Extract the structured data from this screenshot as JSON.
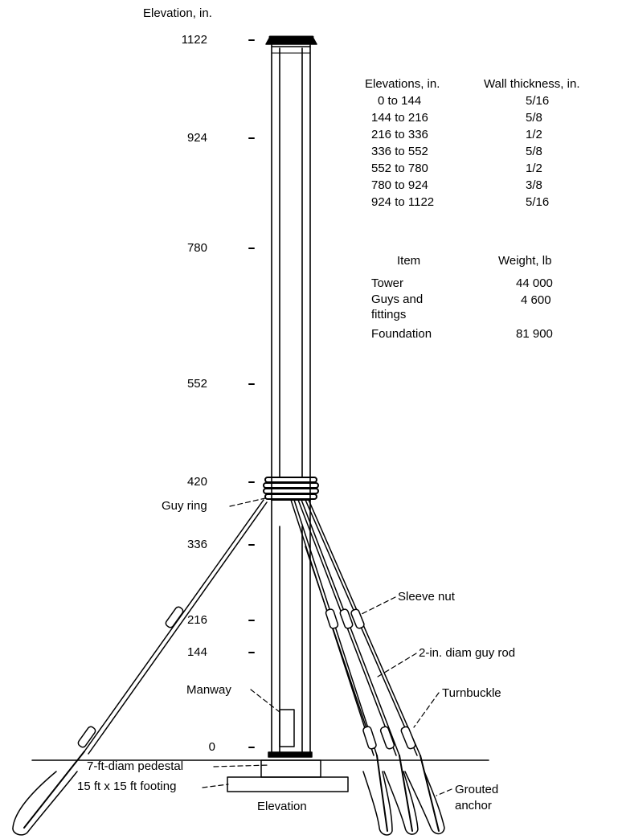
{
  "axis_title": "Elevation, in.",
  "elevation_marks": [
    "1122",
    "924",
    "780",
    "552",
    "420",
    "336",
    "216",
    "144",
    "0"
  ],
  "thickness_table": {
    "header_elev": "Elevations, in.",
    "header_wall": "Wall thickness, in.",
    "rows": [
      {
        "range": "0 to  144",
        "thickness": "5/16"
      },
      {
        "range": "144 to  216",
        "thickness": "5/8"
      },
      {
        "range": "216 to  336",
        "thickness": "1/2"
      },
      {
        "range": "336 to  552",
        "thickness": "5/8"
      },
      {
        "range": "552 to  780",
        "thickness": "1/2"
      },
      {
        "range": "780 to  924",
        "thickness": "3/8"
      },
      {
        "range": "924 to 1122",
        "thickness": "5/16"
      }
    ]
  },
  "weight_table": {
    "header_item": "Item",
    "header_weight": "Weight, lb",
    "rows": [
      {
        "item": "Tower",
        "weight": "44 000"
      },
      {
        "item": "Guys and fittings",
        "weight": "4 600"
      },
      {
        "item": "Foundation",
        "weight": "81 900"
      }
    ]
  },
  "callouts": {
    "guy_ring": "Guy ring",
    "sleeve_nut": "Sleeve nut",
    "guy_rod": "2-in. diam guy rod",
    "manway": "Manway",
    "turnbuckle": "Turnbuckle",
    "pedestal": "7-ft-diam pedestal",
    "footing": "15 ft x 15 ft footing",
    "grouted_anchor": "Grouted anchor",
    "view_label": "Elevation"
  }
}
